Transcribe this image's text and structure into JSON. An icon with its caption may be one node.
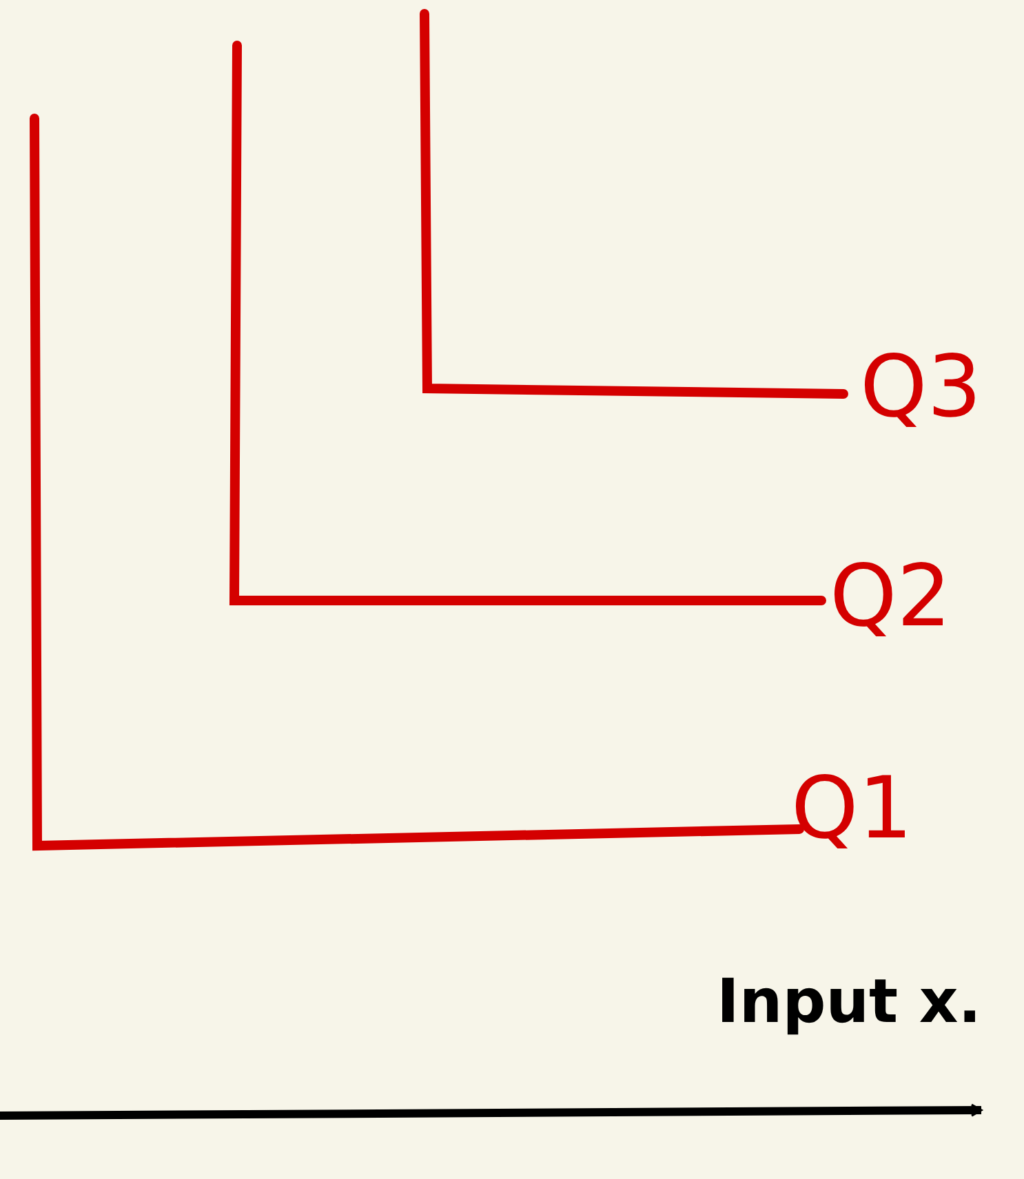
{
  "diagram": {
    "labels": [
      "Q3",
      "Q2",
      "Q1",
      "Input x."
    ]
  }
}
